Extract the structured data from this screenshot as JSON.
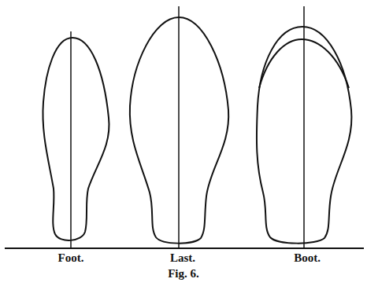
{
  "diagram": {
    "caption": "Fig. 6.",
    "labels": [
      "Foot.",
      "Last.",
      "Boot."
    ]
  }
}
